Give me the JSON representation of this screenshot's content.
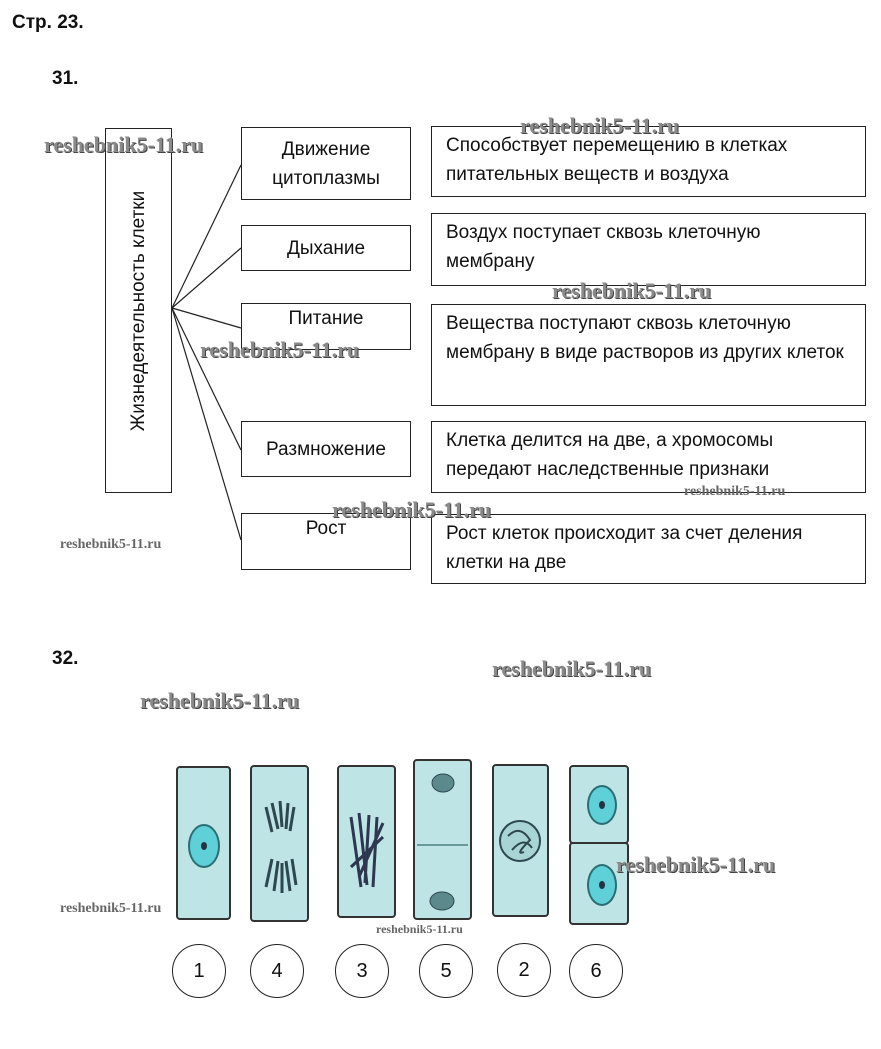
{
  "page_title": "Стр. 23.",
  "task31": {
    "number": "31.",
    "root": "Жизнедеятельность клетки",
    "rows": [
      {
        "process": "Движение цитоплазмы",
        "description": "Способствует перемещению в клетках питательных веществ и воздуха"
      },
      {
        "process": "Дыхание",
        "description": "Воздух поступает сквозь клеточную мембрану"
      },
      {
        "process": "Питание",
        "description": "Вещества поступают сквозь клеточную мембрану в виде растворов из других клеток"
      },
      {
        "process": "Размножение",
        "description": "Клетка делится на две, а хромосомы передают наследственные признаки"
      },
      {
        "process": "Рост",
        "description": "Рост клеток происходит за счет деления клетки на две"
      }
    ]
  },
  "task32": {
    "number": "32.",
    "order": [
      "1",
      "4",
      "3",
      "5",
      "2",
      "6"
    ]
  },
  "watermark": "reshebnik5-11.ru",
  "colors": {
    "cell": "#bfe4e6",
    "nucleus": "#5fd0d8"
  }
}
